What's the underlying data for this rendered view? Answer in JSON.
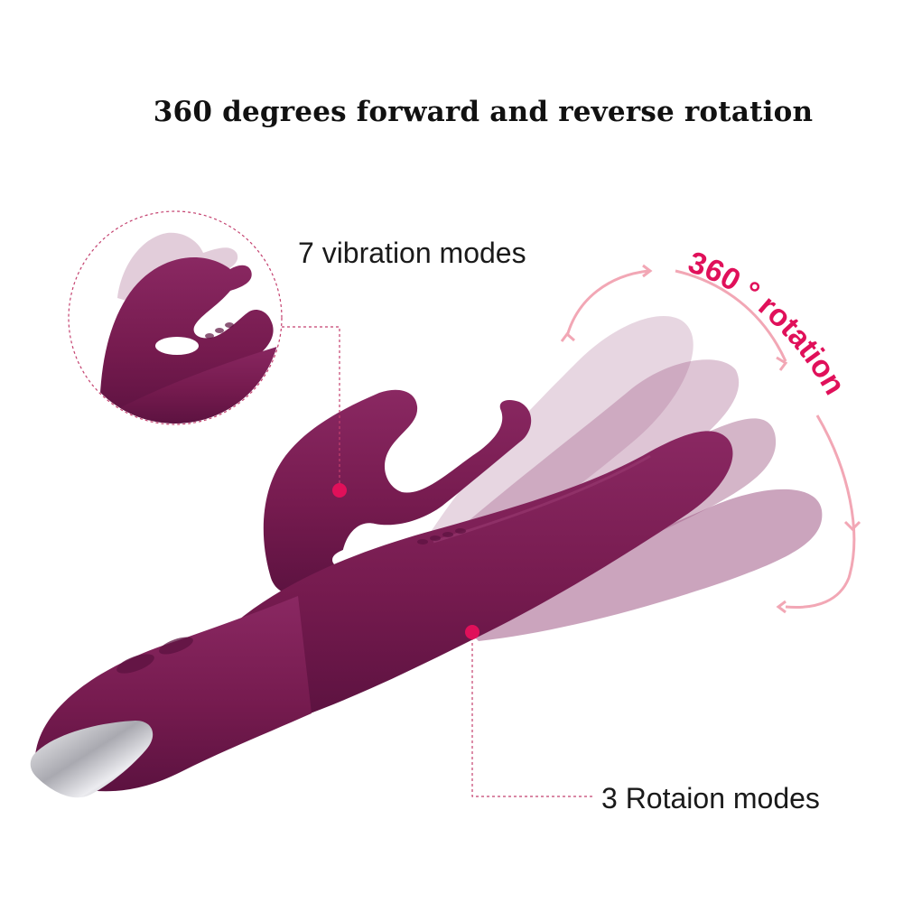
{
  "headline": "360 degrees forward and reverse rotation",
  "callouts": {
    "vibration": "7 vibration modes",
    "rotation_modes": "3 Rotaion modes"
  },
  "rotation_arc_label": "360 ° rotation",
  "colors": {
    "product": "#7a1d52",
    "product_shadow": "#5e1440",
    "ghost": "#a05a86",
    "accent": "#e0105a",
    "arc": "#f2a7b5",
    "chrome": "#c9c9cf"
  }
}
